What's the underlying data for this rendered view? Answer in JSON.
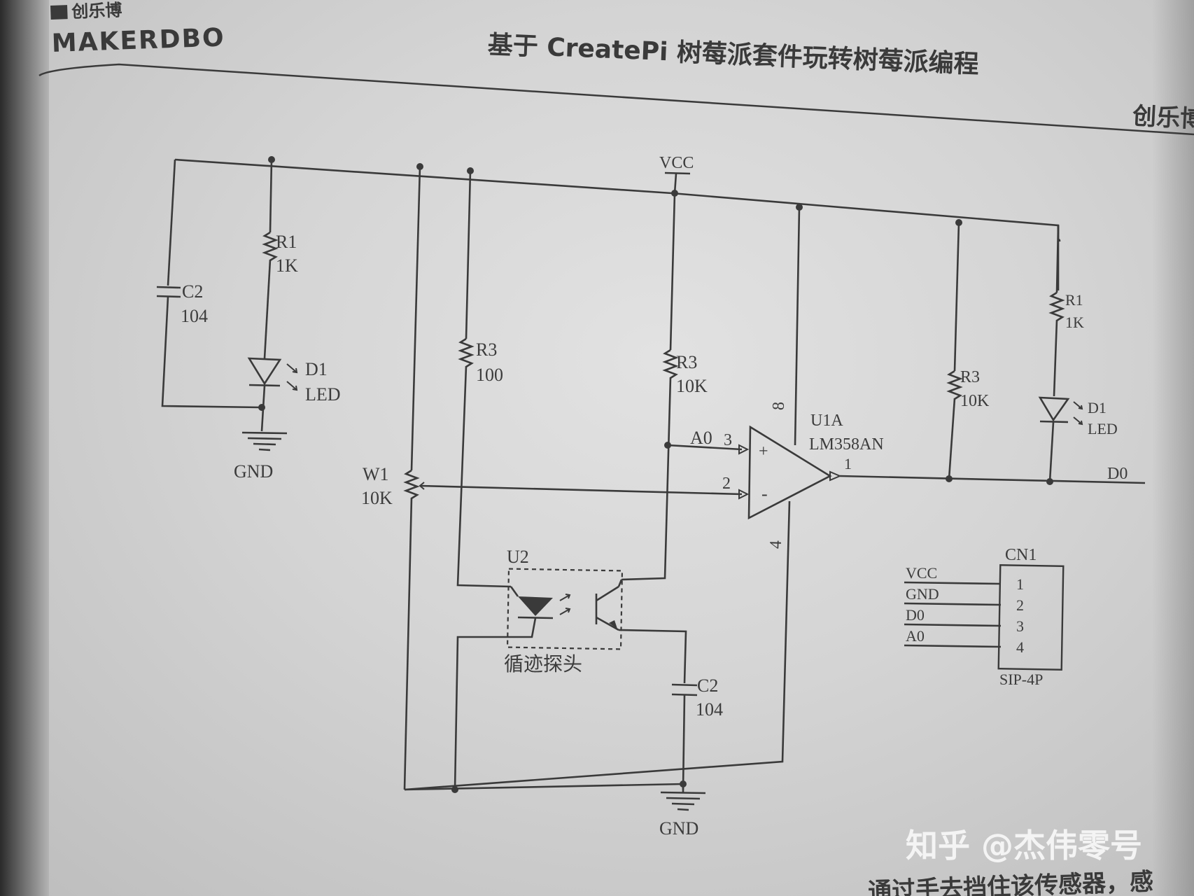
{
  "header": {
    "logo_top": "创乐博",
    "logo_text": "MAKERDBO",
    "title": "基于 CreatePi 树莓派套件玩转树莓派编程",
    "right_text": "创乐博"
  },
  "watermark": "知乎 @杰伟零号",
  "footer_text": "通过手去挡住该传感器，感",
  "diagram": {
    "vcc": "VCC",
    "gnd": "GND",
    "c2a_name": "C2",
    "c2a_value": "104",
    "r1a_name": "R1",
    "r1a_value": "1K",
    "d1a_name": "D1",
    "d1a_value": "LED",
    "r3a_name": "R3",
    "r3a_value": "100",
    "r3b_name": "R3",
    "r3b_value": "10K",
    "w1_name": "W1",
    "w1_value": "10K",
    "a0_net": "A0",
    "pin3": "3",
    "pin2": "2",
    "pin8": "8",
    "pin4": "4",
    "pin1": "1",
    "plus": "+",
    "minus": "-",
    "opamp_name": "U1A",
    "opamp_part": "LM358AN",
    "u2_name": "U2",
    "u2_caption": "循迹探头",
    "c2b_name": "C2",
    "c2b_value": "104",
    "r1b_name": "R1",
    "r1b_value": "1K",
    "r3c_name": "R3",
    "r3c_value": "10K",
    "d1b_name": "D1",
    "d1b_value": "LED",
    "d0_net": "D0",
    "connector": {
      "name": "CN1",
      "package": "SIP-4P",
      "pins": [
        {
          "net": "VCC",
          "num": "1"
        },
        {
          "net": "GND",
          "num": "2"
        },
        {
          "net": "D0",
          "num": "3"
        },
        {
          "net": "A0",
          "num": "4"
        }
      ]
    }
  }
}
